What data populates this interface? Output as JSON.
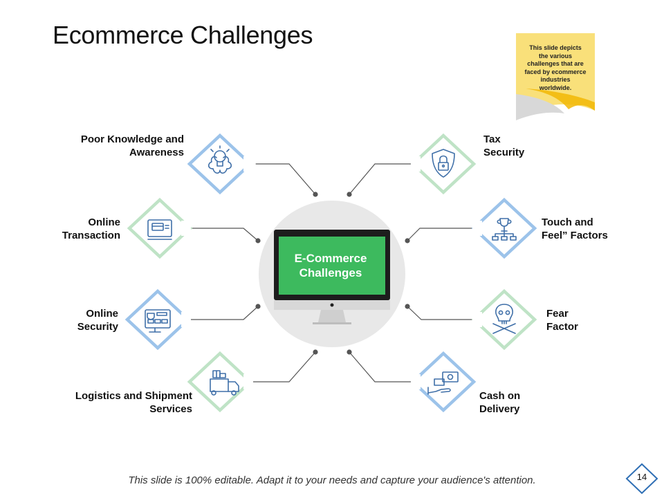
{
  "slide": {
    "title": "Ecommerce Challenges",
    "note": "This slide depicts\nthe various\nchallenges that are\nfaced by\necommerce\nindustries\nworldwide.",
    "center_label": "E-Commerce\nChallenges",
    "footer": "This slide is 100% editable. Adapt it to your needs and capture your audience's attention.",
    "page_number": "14"
  },
  "colors": {
    "blue": "#9cc3ea",
    "green": "#bfe3c6",
    "screen_green": "#3dba5e",
    "note_yellow": "#f9e07a",
    "icon_blue": "#3f6fa8"
  },
  "challenges": [
    {
      "label": "Poor Knowledge and\nAwareness",
      "icon": "brain-bulb-icon",
      "color": "blue"
    },
    {
      "label": "Tax\nSecurity",
      "icon": "shield-lock-icon",
      "color": "green"
    },
    {
      "label": "Online\nTransaction",
      "icon": "card-screen-icon",
      "color": "green"
    },
    {
      "label": "Touch and\nFeel” Factors",
      "icon": "trophy-network-icon",
      "color": "blue"
    },
    {
      "label": "Online\nSecurity",
      "icon": "secure-monitor-icon",
      "color": "blue"
    },
    {
      "label": "Fear\nFactor",
      "icon": "skull-crossbones-icon",
      "color": "green"
    },
    {
      "label": "Logistics and Shipment\nServices",
      "icon": "delivery-truck-icon",
      "color": "green"
    },
    {
      "label": "Cash on\nDelivery",
      "icon": "cash-hand-icon",
      "color": "blue"
    }
  ]
}
